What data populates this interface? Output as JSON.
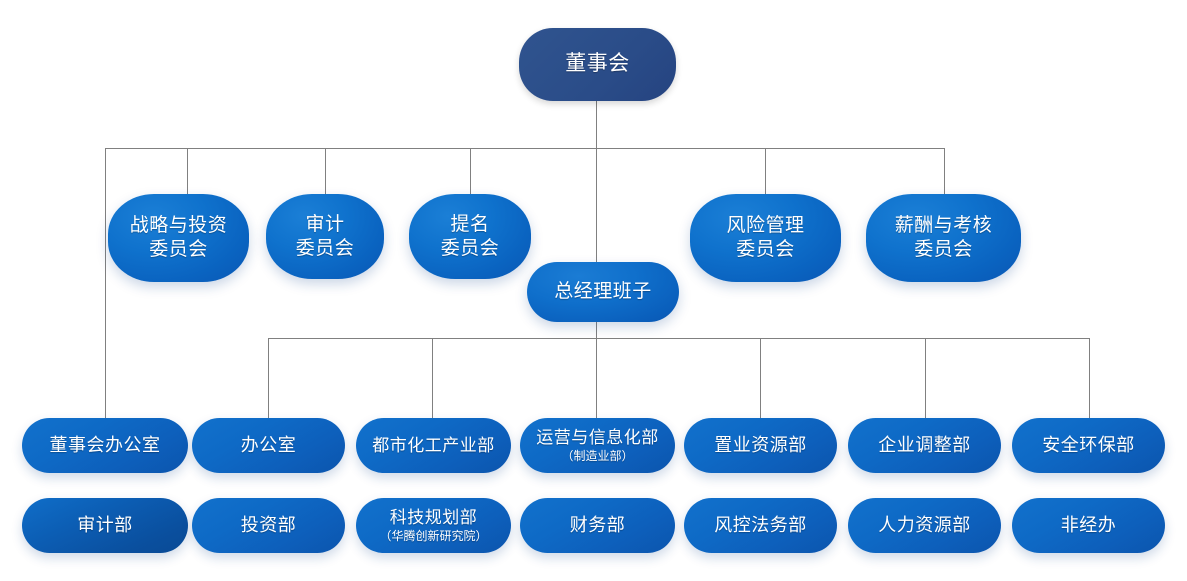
{
  "chart": {
    "type": "org-chart",
    "title": "",
    "nodes": {
      "board": {
        "label": "董事会"
      },
      "general_manager": {
        "label": "总经理班子"
      },
      "committees": [
        {
          "label_line1": "战略与投资",
          "label_line2": "委员会"
        },
        {
          "label_line1": "审计",
          "label_line2": "委员会"
        },
        {
          "label_line1": "提名",
          "label_line2": "委员会"
        },
        {
          "label_line1": "风险管理",
          "label_line2": "委员会"
        },
        {
          "label_line1": "薪酬与考核",
          "label_line2": "委员会"
        }
      ],
      "departments_row1": [
        {
          "label": "董事会办公室",
          "sub": ""
        },
        {
          "label": "办公室",
          "sub": ""
        },
        {
          "label": "都市化工产业部",
          "sub": ""
        },
        {
          "label": "运营与信息化部",
          "sub": "（制造业部）"
        },
        {
          "label": "置业资源部",
          "sub": ""
        },
        {
          "label": "企业调整部",
          "sub": ""
        },
        {
          "label": "安全环保部",
          "sub": ""
        }
      ],
      "departments_row2": [
        {
          "label": "审计部",
          "sub": ""
        },
        {
          "label": "投资部",
          "sub": ""
        },
        {
          "label": "科技规划部",
          "sub": "（华腾创新研究院）"
        },
        {
          "label": "财务部",
          "sub": ""
        },
        {
          "label": "风控法务部",
          "sub": ""
        },
        {
          "label": "人力资源部",
          "sub": ""
        },
        {
          "label": "非经办",
          "sub": ""
        }
      ]
    },
    "colors": {
      "board_fill": "#2a4c88",
      "node_fill": "#0f6fcb",
      "node_fill_deep": "#0a4f9e",
      "connector": "#808080",
      "text": "#ffffff",
      "background": "#ffffff"
    }
  }
}
